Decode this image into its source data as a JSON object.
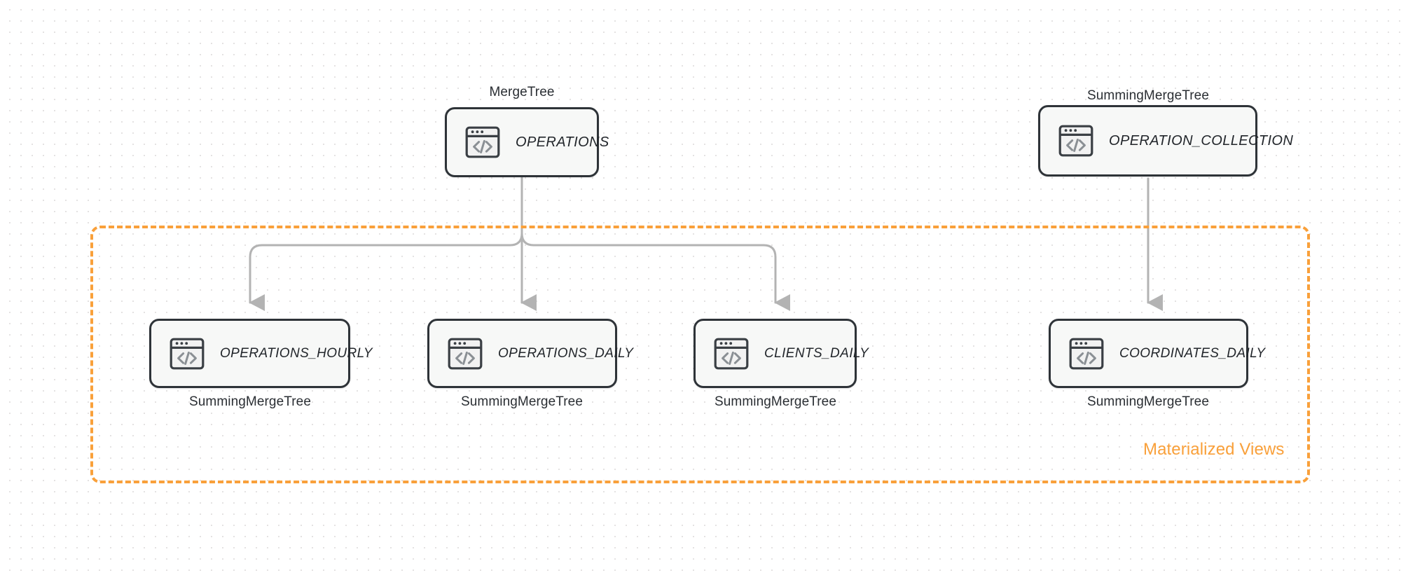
{
  "diagram": {
    "title_text": "",
    "colors": {
      "accent_orange": "#F9A03A",
      "node_border": "#2E3338",
      "node_fill": "#F7F8F7",
      "edge_gray": "#B3B3B3",
      "text_dark": "#22262B",
      "background": "#FFFFFF",
      "grid_dot": "#E4E2E2"
    },
    "group": {
      "label": "Materialized Views",
      "style": "dashed",
      "color": "#F9A03A"
    },
    "sources": [
      {
        "id": "operations",
        "name": "OPERATIONS",
        "engine": "MergeTree",
        "icon": "code-window-icon"
      },
      {
        "id": "operation_collection",
        "name": "OPERATION_COLLECTION",
        "engine": "SummingMergeTree",
        "icon": "code-window-icon"
      }
    ],
    "materialized_views": [
      {
        "id": "operations_hourly",
        "name": "OPERATIONS_HOURLY",
        "engine": "SummingMergeTree",
        "icon": "code-window-icon"
      },
      {
        "id": "operations_daily",
        "name": "OPERATIONS_DAILY",
        "engine": "SummingMergeTree",
        "icon": "code-window-icon"
      },
      {
        "id": "clients_daily",
        "name": "CLIENTS_DAILY",
        "engine": "SummingMergeTree",
        "icon": "code-window-icon"
      },
      {
        "id": "coordinates_daily",
        "name": "COORDINATES_DAILY",
        "engine": "SummingMergeTree",
        "icon": "code-window-icon"
      }
    ],
    "edges": [
      {
        "from": "operations",
        "to": "operations_hourly"
      },
      {
        "from": "operations",
        "to": "operations_daily"
      },
      {
        "from": "operations",
        "to": "clients_daily"
      },
      {
        "from": "operation_collection",
        "to": "coordinates_daily"
      }
    ]
  }
}
